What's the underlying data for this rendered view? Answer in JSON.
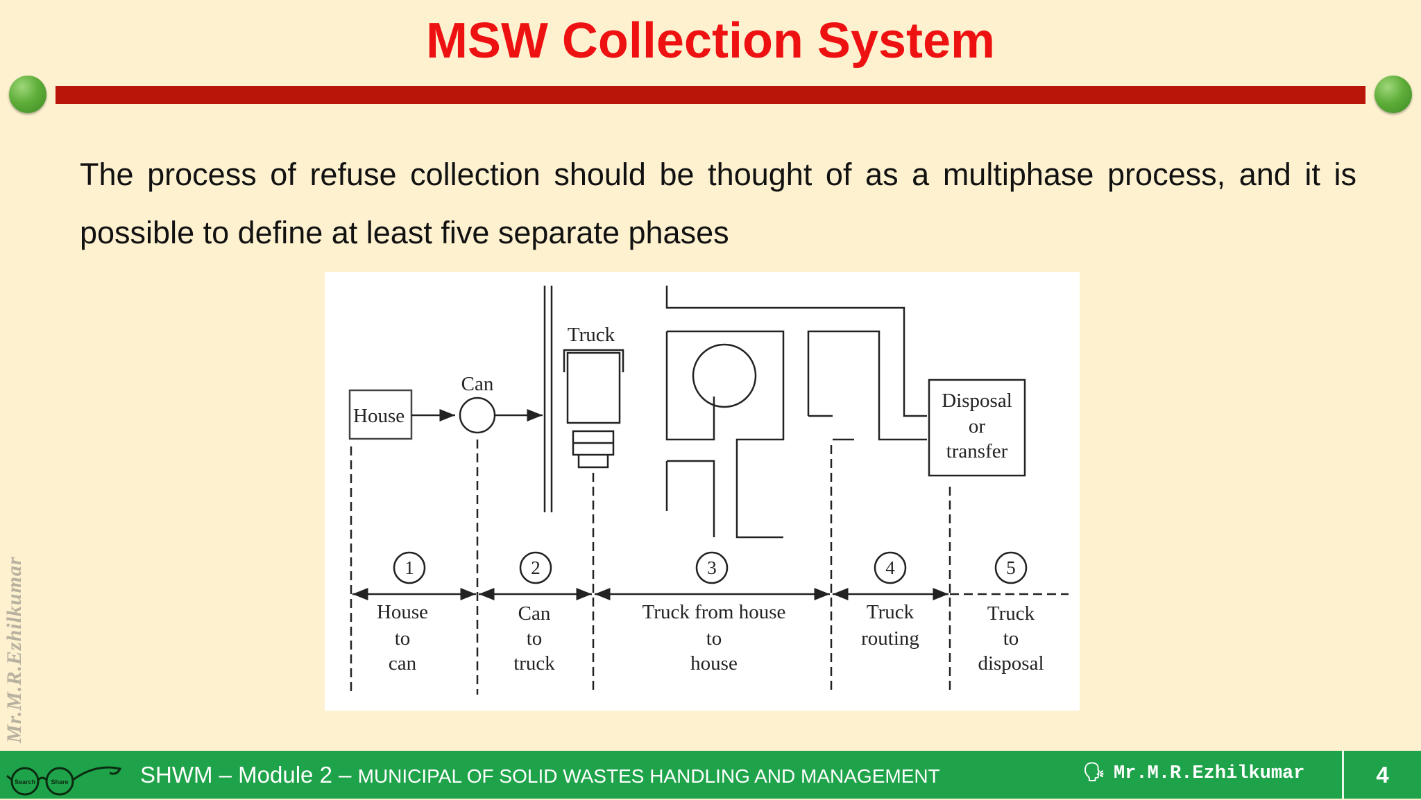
{
  "slide": {
    "title": "MSW Collection System",
    "intro": "The process of refuse collection should be thought of as a multiphase process, and it is possible to define at least five separate phases",
    "watermark": "Mr.M.R.Ezhilkumar",
    "page_number": "4"
  },
  "diagram": {
    "labels": {
      "house": "House",
      "can": "Can",
      "truck": "Truck",
      "disposal": [
        "Disposal",
        "or",
        "transfer"
      ]
    },
    "phases": [
      {
        "number": "1",
        "lines": [
          "House",
          "to",
          "can"
        ]
      },
      {
        "number": "2",
        "lines": [
          "Can",
          "to",
          "truck"
        ]
      },
      {
        "number": "3",
        "lines": [
          "Truck from house",
          "to",
          "house"
        ]
      },
      {
        "number": "4",
        "lines": [
          "Truck",
          "routing"
        ]
      },
      {
        "number": "5",
        "lines": [
          "Truck",
          "to",
          "disposal"
        ]
      }
    ]
  },
  "footer": {
    "course": "SHWM – Module 2 – ",
    "module_title": "MUNICIPAL OF SOLID WASTES HANDLING AND MANAGEMENT",
    "author": "Mr.M.R.Ezhilkumar",
    "logo_text": [
      "Search",
      "Share"
    ]
  },
  "colors": {
    "background": "#fdf1cf",
    "title": "#ee1111",
    "rule": "#b91508",
    "footer": "#1fa34a",
    "bullet_dots": "#5fae3a"
  }
}
